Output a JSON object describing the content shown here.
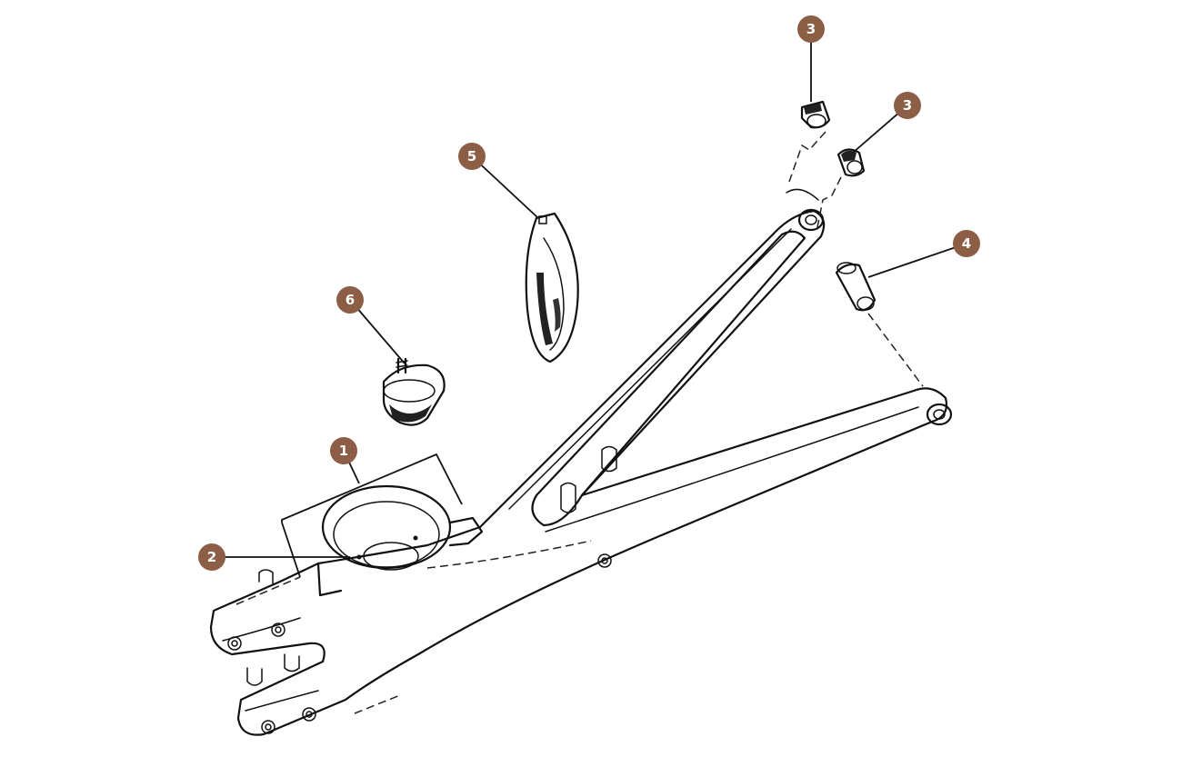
{
  "diagram": {
    "callout_color": "#8b5e45",
    "callouts": [
      {
        "id": "c1",
        "label": "1",
        "part": "spring-seat"
      },
      {
        "id": "c2",
        "label": "2",
        "part": "bump-stop-hole"
      },
      {
        "id": "c3a",
        "label": "3",
        "part": "upper-bush"
      },
      {
        "id": "c3b",
        "label": "3",
        "part": "upper-bush"
      },
      {
        "id": "c4",
        "label": "4",
        "part": "pivot-bush"
      },
      {
        "id": "c5",
        "label": "5",
        "part": "spring-clamp"
      },
      {
        "id": "c6",
        "label": "6",
        "part": "bump-stop-rubber"
      }
    ]
  }
}
